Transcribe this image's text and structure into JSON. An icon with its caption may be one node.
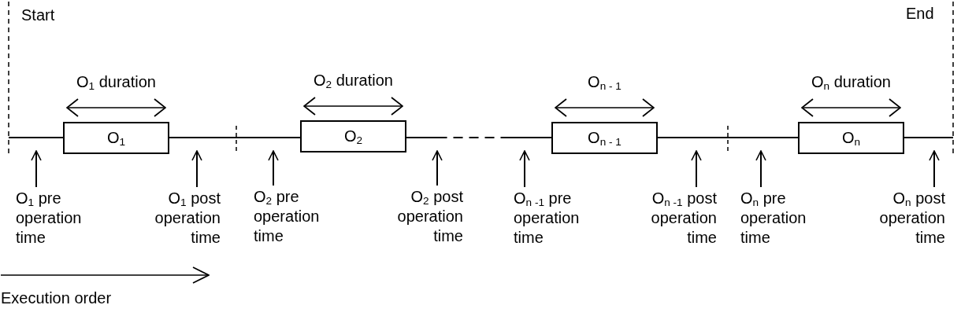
{
  "diagram": {
    "nodes": [
      {
        "text": [
          "O$_{1}$"
        ],
        "beside": [
          "O$_{1}$ duration"
        ]
      },
      {
        "text": [
          "O$_{2}$"
        ],
        "beside": [
          "O$_{2}$ duration"
        ]
      },
      {
        "text": [
          "O$_{n - 1}$"
        ],
        "beside": [
          "O$_{n - 1}$"
        ]
      },
      {
        "text": [
          "O$_{n}$"
        ],
        "beside": [
          "O$_{n}$ duration"
        ]
      },
      {
        "text": [
          "O$_{1}$ pre operation time"
        ]
      },
      {
        "text": [
          "O$_{1}$ post operation time"
        ]
      },
      {
        "text": [
          "O$_{2}$ pre operation time"
        ]
      },
      {
        "text": [
          "O$_{2}$ post operation time"
        ]
      },
      {
        "text": [
          "O$_{n -1}$ pre operation time"
        ]
      },
      {
        "text": [
          "O$_{n -1}$ post operation time"
        ]
      },
      {
        "text": [
          "O$_{n}$ pre operation time"
        ]
      },
      {
        "text": [
          "O$_{n}$ post operation time"
        ]
      }
    ],
    "edges": [
      {
        "from": null,
        "to": 0,
        "arrow": "none"
      },
      {
        "from": 0,
        "to": 1,
        "arrow": "none"
      },
      {
        "from": 1,
        "to": 2,
        "arrow": "none",
        "style": "dashed"
      },
      {
        "from": 2,
        "to": 3,
        "arrow": "none"
      },
      {
        "from": 3,
        "to": null,
        "arrow": "none"
      },
      {
        "from": 4,
        "to": null,
        "arrow": "to"
      },
      {
        "from": 5,
        "to": null,
        "arrow": "to"
      },
      {
        "from": 6,
        "to": null,
        "arrow": "to"
      },
      {
        "from": 7,
        "to": null,
        "arrow": "to"
      },
      {
        "from": 8,
        "to": null,
        "arrow": "to"
      },
      {
        "from": 9,
        "to": null,
        "arrow": "to"
      },
      {
        "from": 10,
        "to": null,
        "arrow": "to"
      },
      {
        "from": 11,
        "to": null,
        "arrow": "to"
      }
    ],
    "labels": [
      "Start",
      "End",
      "Execution order"
    ]
  }
}
